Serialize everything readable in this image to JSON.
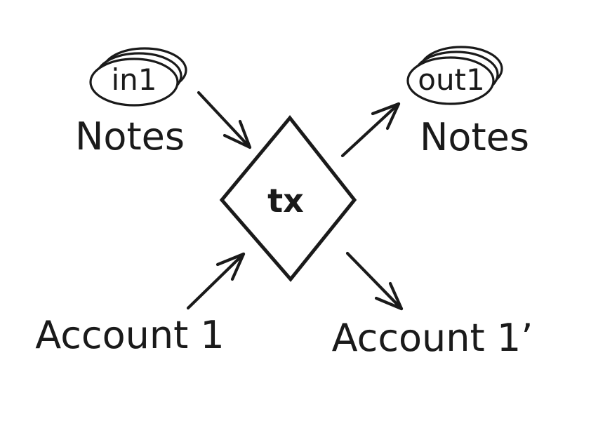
{
  "canvas": {
    "background": "#ffffff",
    "ink_color": "#1a1a1a"
  },
  "nodes": {
    "input_notes": {
      "stack_text": "in1",
      "caption": "Notes",
      "icon": "notes-stack-icon"
    },
    "output_notes": {
      "stack_text": "out1",
      "caption": "Notes",
      "icon": "notes-stack-icon"
    },
    "transaction": {
      "label": "tx",
      "shape": "diamond"
    },
    "source_account": {
      "label": "Account 1"
    },
    "dest_account": {
      "label": "Account 1’"
    }
  },
  "edges": [
    {
      "from": "in1 Notes",
      "to": "tx"
    },
    {
      "from": "Account 1",
      "to": "tx"
    },
    {
      "from": "tx",
      "to": "out1 Notes"
    },
    {
      "from": "tx",
      "to": "Account 1’"
    }
  ]
}
